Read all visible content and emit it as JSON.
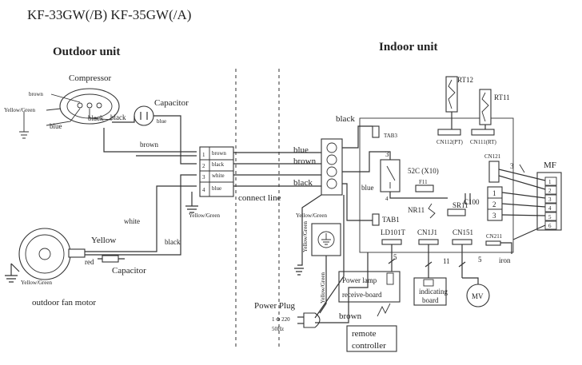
{
  "header": {
    "title": "KF-33GW(/B)  KF-35GW(/A)"
  },
  "outdoor": {
    "title": "Outdoor unit",
    "compressor": "Compressor",
    "capacitor": "Capacitor",
    "capacitor2": "Capacitor",
    "fan_motor": "outdoor fan motor",
    "wires": {
      "brown": "brown",
      "yellow_green": "Yellow/Green",
      "blue": "blue",
      "black": "black",
      "black2": "black",
      "blue2": "blue",
      "brown2": "brown",
      "white": "white",
      "black3": "black",
      "yellow": "Yellow",
      "red": "red",
      "yellow_green2": "Yellow/Green",
      "yellow_green3": "Yellow/Green"
    },
    "terminal": {
      "t1": "1",
      "t2": "2",
      "t3": "3",
      "t4": "4",
      "c1": "brown",
      "c2": "black",
      "c3": "white",
      "c4": "blue"
    }
  },
  "connect_line": "connect line",
  "indoor": {
    "title": "Indoor unit",
    "sensors": {
      "rt12": "RT12",
      "rt11": "RT11",
      "cn112": "CN112(PT)",
      "cn111": "CN111(RT)"
    },
    "board": {
      "tab3": "TAB3",
      "relay": "52C (X10)",
      "relay_pin3": "3",
      "relay_pin4": "4",
      "fuse": "F11",
      "nr11": "NR11",
      "sr11": "SR11",
      "c100": "C100",
      "cn121": "CN121",
      "tab1": "TAB1",
      "ld101t": "LD101T",
      "cn1j1": "CN1J1",
      "cn151": "CN151",
      "cn211": "CN211",
      "p1": "1",
      "p2": "2",
      "p3": "3"
    },
    "wires": {
      "black": "black",
      "blue": "blue",
      "brown": "brown",
      "black2": "black",
      "blue2": "blue",
      "yellow_green": "Yellow/Green",
      "yellow_green_v": "Yellow/Green",
      "yellow_green_v2": "Yellow/Green",
      "brown3": "brown",
      "iron": "iron"
    },
    "counts": {
      "n3": "3",
      "n5a": "5",
      "n11": "11",
      "n5b": "5"
    },
    "mf": {
      "label": "MF",
      "p1": "1",
      "p2": "2",
      "p3": "3",
      "p4": "4",
      "p5": "5",
      "p6": "6"
    },
    "power_lamp": "Power lamp",
    "receive_board": "receive-board",
    "indicating": "indicating",
    "board_label": "board",
    "mv": "MV",
    "power_plug": "Power Plug",
    "plug_spec1": "1 Φ 220",
    "plug_spec2": "50Hz",
    "remote1": "remote",
    "remote2": "controller"
  }
}
